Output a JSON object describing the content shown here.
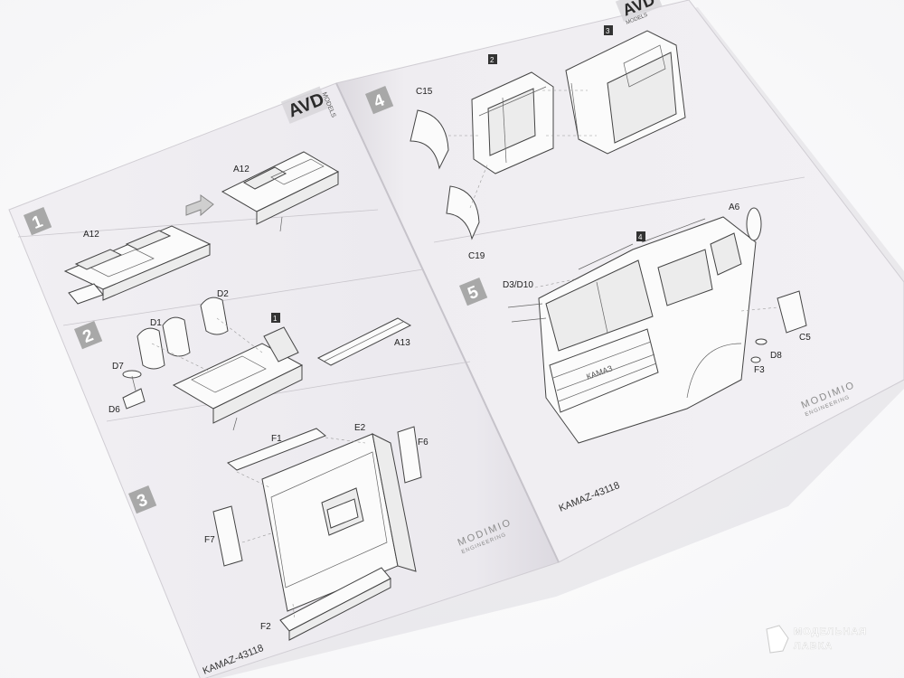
{
  "image": {
    "subject": "Opened assembly instruction booklet for a scale model truck cab",
    "left_page": {
      "logo": "AVD",
      "logo_sub": "MODELS",
      "steps": [
        {
          "number": "1",
          "labels": [
            "A12",
            "A12"
          ]
        },
        {
          "number": "2",
          "labels": [
            "D1",
            "D2",
            "1",
            "D7",
            "D6",
            "A13"
          ]
        },
        {
          "number": "3",
          "labels": [
            "F1",
            "E2",
            "F6",
            "F7",
            "F2"
          ]
        }
      ],
      "brand": "MODIMIO",
      "brand_sub": "ENGINEERING",
      "footer_title": "KAMAZ-43118"
    },
    "right_page": {
      "logo": "AVD",
      "logo_sub": "MODELS",
      "steps": [
        {
          "number": "4",
          "labels": [
            "2",
            "3",
            "C15",
            "C19"
          ]
        },
        {
          "number": "5",
          "labels": [
            "D3/D10",
            "4",
            "A6",
            "C5",
            "D8",
            "F3"
          ]
        }
      ],
      "grille_text": "КАМАЗ",
      "brand": "MODIMIO",
      "brand_sub": "ENGINEERING",
      "footer_title": "KAMAZ-43118"
    },
    "watermark": {
      "line1": "МОДЕЛЬНАЯ",
      "line2": "ЛАВКА"
    },
    "colors": {
      "paper": "#f0eef2",
      "shadow": "#d8d5da",
      "step_box": "#a8a8a8"
    }
  }
}
